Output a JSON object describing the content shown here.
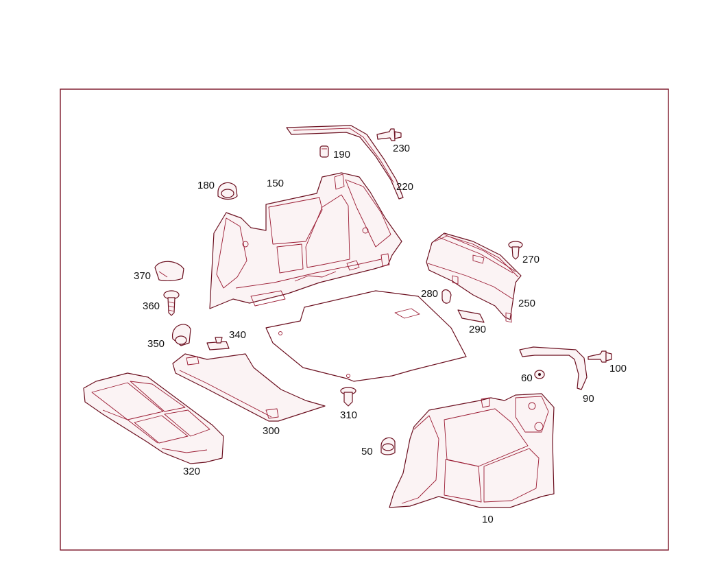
{
  "callouts": [
    {
      "id": "10",
      "label": "10"
    },
    {
      "id": "50",
      "label": "50"
    },
    {
      "id": "60",
      "label": "60"
    },
    {
      "id": "90",
      "label": "90"
    },
    {
      "id": "100",
      "label": "100"
    },
    {
      "id": "150",
      "label": "150"
    },
    {
      "id": "180",
      "label": "180"
    },
    {
      "id": "190",
      "label": "190"
    },
    {
      "id": "220",
      "label": "220"
    },
    {
      "id": "230",
      "label": "230"
    },
    {
      "id": "250",
      "label": "250"
    },
    {
      "id": "270",
      "label": "270"
    },
    {
      "id": "280",
      "label": "280"
    },
    {
      "id": "290",
      "label": "290"
    },
    {
      "id": "300",
      "label": "300"
    },
    {
      "id": "310",
      "label": "310"
    },
    {
      "id": "320",
      "label": "320"
    },
    {
      "id": "340",
      "label": "340"
    },
    {
      "id": "350",
      "label": "350"
    },
    {
      "id": "360",
      "label": "360"
    },
    {
      "id": "370",
      "label": "370"
    }
  ],
  "colors": {
    "line": "#6b0f1f",
    "frame": "#7a1426",
    "text": "#111111",
    "background": "#ffffff"
  }
}
